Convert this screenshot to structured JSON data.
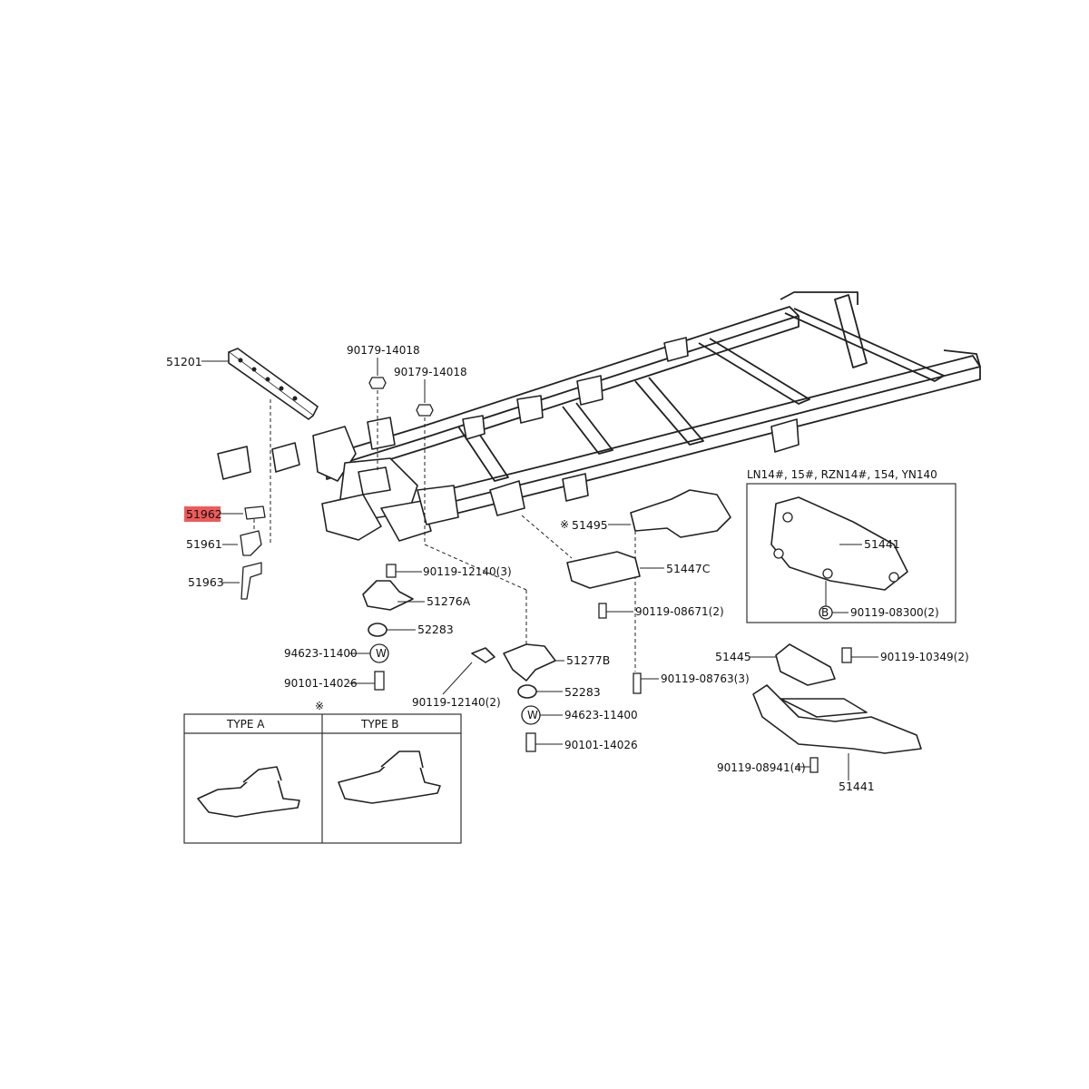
{
  "parts": {
    "p51201": "51201",
    "p51962": "51962",
    "p51961": "51961",
    "p51963": "51963",
    "p90179a": "90179-14018",
    "p90179b": "90179-14018",
    "p90119_12140_3": "90119-12140(3)",
    "p51276A": "51276A",
    "p52283a": "52283",
    "p94623a": "94623-11400",
    "p90101a": "90101-14026",
    "p90119_12140_2": "90119-12140(2)",
    "p51277B": "51277B",
    "p52283b": "52283",
    "p94623b": "94623-11400",
    "p90101b": "90101-14026",
    "p51495": "51495",
    "p51447C": "51447C",
    "p90119_08671_2": "90119-08671(2)",
    "p90119_08763_3": "90119-08763(3)",
    "p51441_inset": "51441",
    "p90119_08300_2": "90119-08300(2)",
    "p51445": "51445",
    "p90119_10349_2": "90119-10349(2)",
    "p51441": "51441",
    "p90119_08941_4": "90119-08941(4)"
  },
  "inset": {
    "title": "LN14#, 15#, RZN14#, 154, YN140"
  },
  "types": {
    "a": "TYPE A",
    "b": "TYPE B"
  },
  "symbols": {
    "note_mark": "※",
    "washer_w": "W",
    "bolt_b": "B"
  },
  "colors": {
    "highlight": "#ef5a5a",
    "ink": "#222222"
  },
  "highlighted_part": "51962"
}
